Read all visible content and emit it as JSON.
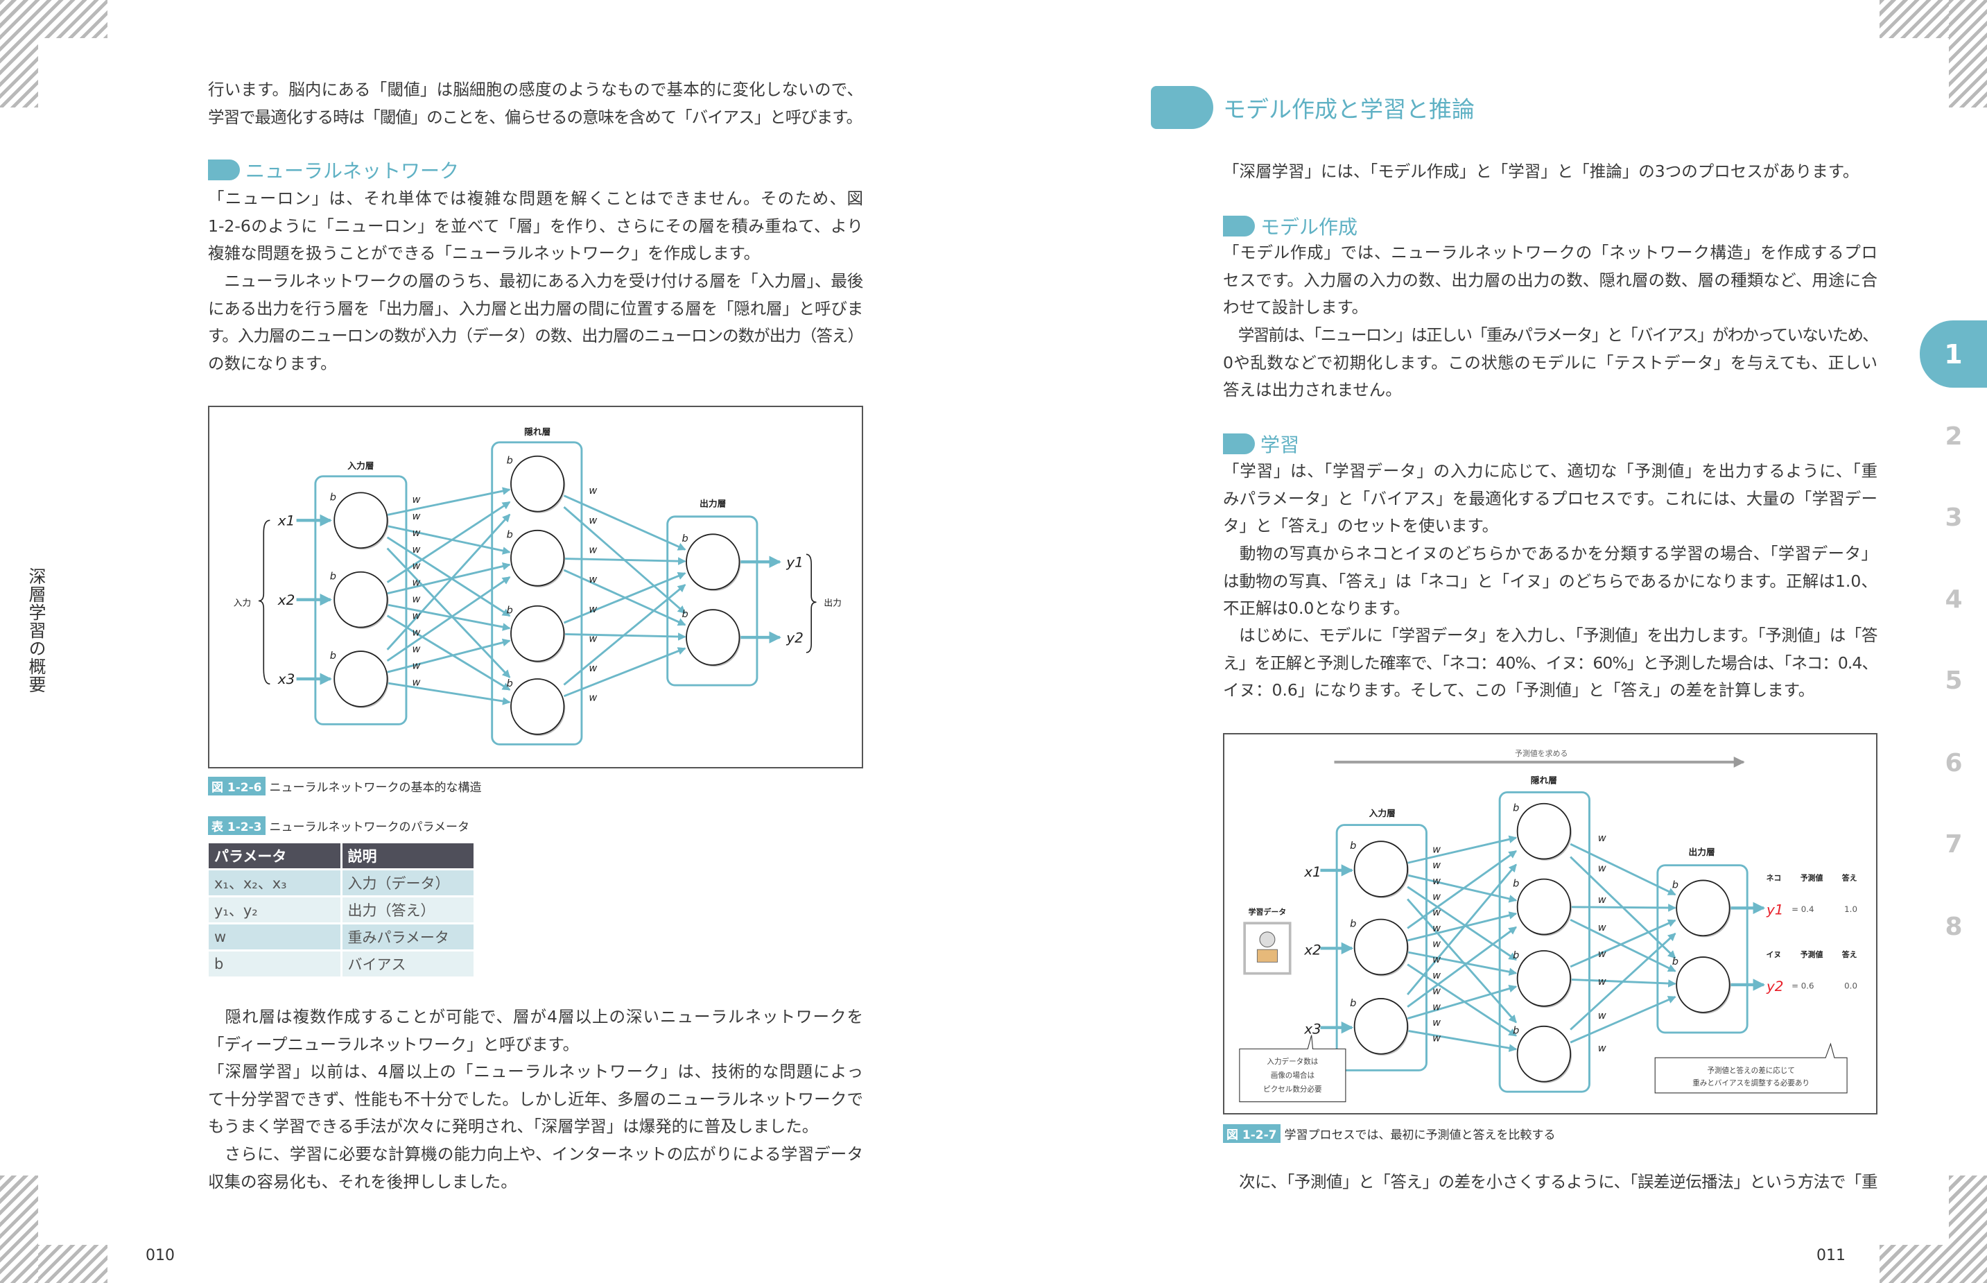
{
  "left_page": {
    "page_number": "010",
    "side_title": "深層学習の概要",
    "top_para": [
      "行います。脳内にある「閾値」は脳細胞の感度のようなもので基本的に変化しないので、",
      "学習で最適化する時は「閾値」のことを、偏らせるの意味を含めて「バイアス」と呼びます。"
    ],
    "heading_nn": "ニューラルネットワーク",
    "para_nn_1": [
      "「ニューロン」は、それ単体では複雑な問題を解くことはできません。そのため、図",
      "1-2-6のように「ニューロン」を並べて「層」を作り、さらにその層を積み重ねて、より",
      "複雑な問題を扱うことができる「ニューラルネットワーク」を作成します。"
    ],
    "para_nn_2": [
      "　ニューラルネットワークの層のうち、最初にある入力を受け付ける層を「入力層」、最後",
      "にある出力を行う層を「出力層」、入力層と出力層の間に位置する層を「隠れ層」と呼びま",
      "す。入力層のニューロンの数が入力（データ）の数、出力層のニューロンの数が出力（答え）",
      "の数になります。"
    ],
    "figure": {
      "input_layer": "入力層",
      "hidden_layer": "隠れ層",
      "output_layer": "出力層",
      "input_label": "入力",
      "output_label": "出力",
      "x_labels": [
        "x1",
        "x2",
        "x3"
      ],
      "y_labels": [
        "y1",
        "y2"
      ],
      "weight": "w",
      "bias": "b",
      "caption_tag": "図 1-2-6",
      "caption": "ニューラルネットワークの基本的な構造"
    },
    "table": {
      "caption_tag": "表 1-2-3",
      "caption": "ニューラルネットワークのパラメータ",
      "headers": [
        "パラメータ",
        "説明"
      ],
      "rows": [
        [
          "x₁、x₂、x₃",
          "入力（データ）"
        ],
        [
          "y₁、y₂",
          "出力（答え）"
        ],
        [
          "w",
          "重みパラメータ"
        ],
        [
          "b",
          "バイアス"
        ]
      ]
    },
    "para_deep_1": [
      "　隠れ層は複数作成することが可能で、層が4層以上の深いニューラルネットワークを",
      "「ディープニューラルネットワーク」と呼びます。"
    ],
    "para_deep_2": [
      "「深層学習」以前は、4層以上の「ニューラルネットワーク」は、技術的な問題によっ",
      "て十分学習できず、性能も不十分でした。しかし近年、多層のニューラルネットワークで",
      "もうまく学習できる手法が次々に発明され、「深層学習」は爆発的に普及しました。"
    ],
    "para_deep_3": [
      "　さらに、学習に必要な計算機の能力向上や、インターネットの広がりによる学習データ",
      "収集の容易化も、それを後押ししました。"
    ]
  },
  "right_page": {
    "page_number": "011",
    "title": "モデル作成と学習と推論",
    "intro": [
      "「深層学習」には、「モデル作成」と「学習」と「推論」の3つのプロセスがあります。"
    ],
    "heading_model": "モデル作成",
    "para_model_1": [
      "「モデル作成」では、ニューラルネットワークの「ネットワーク構造」を作成するプロ",
      "セスです。入力層の入力の数、出力層の出力の数、隠れ層の数、層の種類など、用途に合",
      "わせて設計します。"
    ],
    "para_model_2": [
      "　学習前は、「ニューロン」は正しい「重みパラメータ」と「バイアス」がわかっていないため、",
      "0や乱数などで初期化します。この状態のモデルに「テストデータ」を与えても、正しい",
      "答えは出力されません。"
    ],
    "heading_learn": "学習",
    "para_learn_1": [
      "「学習」は、「学習データ」の入力に応じて、適切な「予測値」を出力するように、「重",
      "みパラメータ」と「バイアス」を最適化するプロセスです。これには、大量の「学習デー",
      "タ」と「答え」のセットを使います。"
    ],
    "para_learn_2": [
      "　動物の写真からネコとイヌのどちらかであるかを分類する学習の場合、「学習データ」",
      "は動物の写真、「答え」は「ネコ」と「イヌ」のどちらであるかになります。正解は1.0、",
      "不正解は0.0となります。"
    ],
    "para_learn_3": [
      "　はじめに、モデルに「学習データ」を入力し、「予測値」を出力します。「予測値」は「答",
      "え」を正解と予測した確率で、「ネコ：40%、イヌ：60%」と予測した場合は、「ネコ：0.4、",
      "イヌ：0.6」になります。そして、この「予測値」と「答え」の差を計算します。"
    ],
    "figure": {
      "forward_label": "予測値を求める",
      "input_layer": "入力層",
      "hidden_layer": "隠れ層",
      "output_layer": "出力層",
      "learning_data": "学習データ",
      "x_labels": [
        "x1",
        "x2",
        "x3"
      ],
      "weight": "w",
      "bias": "b",
      "outputs": [
        {
          "class": "ネコ",
          "pred_header": "予測値",
          "answer_header": "答え",
          "y": "y1",
          "pred": "= 0.4",
          "answer": "1.0"
        },
        {
          "class": "イヌ",
          "pred_header": "予測値",
          "answer_header": "答え",
          "y": "y2",
          "pred": "= 0.6",
          "answer": "0.0"
        }
      ],
      "note_left": [
        "入力データ数は",
        "画像の場合は",
        "ピクセル数分必要"
      ],
      "note_right": [
        "予測値と答えの差に応じて",
        "重みとバイアスを調整する必要あり"
      ],
      "caption_tag": "図 1-2-7",
      "caption": "学習プロセスでは、最初に予測値と答えを比較する",
      "accent": "#6cb8c9",
      "pred_color": "#e8202a"
    },
    "last_para": [
      "　次に、「予測値」と「答え」の差を小さくするように、「誤差逆伝播法」という方法で「重"
    ],
    "chapter_tabs": [
      "1",
      "2",
      "3",
      "4",
      "5",
      "6",
      "7",
      "8"
    ],
    "active_chapter": "1"
  }
}
